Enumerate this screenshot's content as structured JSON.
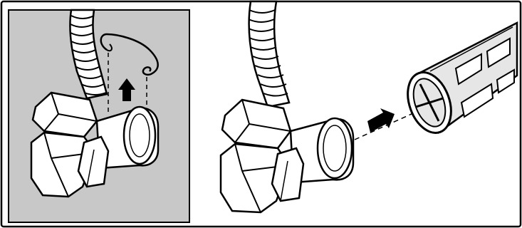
{
  "figure": {
    "panels": [
      {
        "id": "inset",
        "description_name": "clip-removal-step",
        "background": "#c8c8c8"
      },
      {
        "id": "main",
        "description_name": "filter-insertion-step",
        "background": "#ffffff"
      }
    ],
    "icons": [
      "spring-clip-icon",
      "up-arrow-icon",
      "right-arrow-icon",
      "filter-screen-icon",
      "hose-icon",
      "valve-icon"
    ],
    "colors": {
      "outline": "#000000",
      "inset_fill": "#c8c8c8",
      "part_fill": "#ffffff",
      "filter_fill": "#e6e6e6"
    }
  }
}
